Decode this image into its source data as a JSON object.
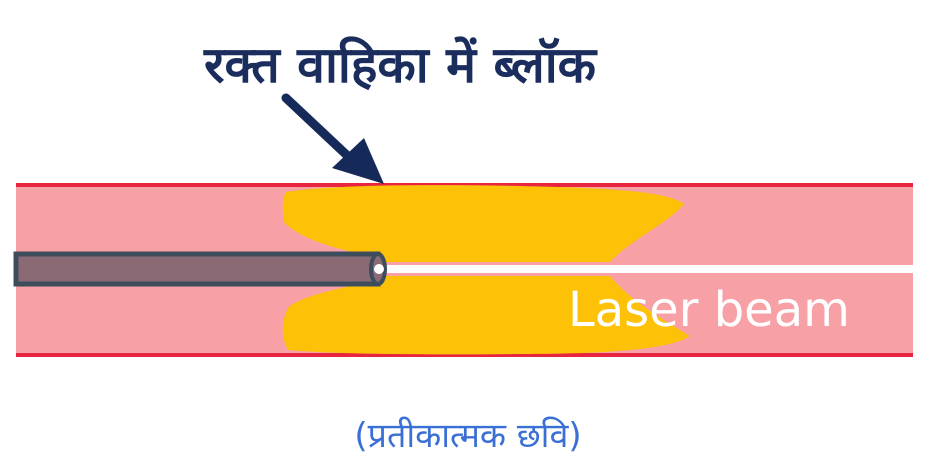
{
  "diagram": {
    "title": "रक्त वाहिका में ब्लॉक",
    "beam_label": "Laser beam",
    "caption": "(प्रतीकात्मक छवि)"
  },
  "colors": {
    "title": "#1a2d5c",
    "arrow": "#162a5a",
    "vessel_fill": "#f7a0a6",
    "vessel_wall": "#e8253e",
    "plaque": "#fdc107",
    "catheter": "#8a6a74",
    "catheter_outline": "#3d4d5c",
    "beam": "#ffffff",
    "caption": "#3a6fd6"
  },
  "icons": {
    "pointer": "arrow-icon"
  }
}
